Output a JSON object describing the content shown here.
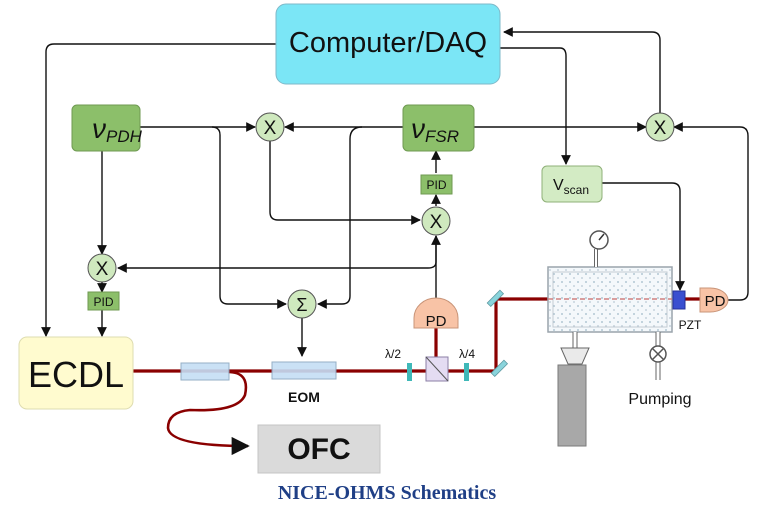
{
  "caption": "NICE-OHMS Schematics",
  "blocks": {
    "computer": "Computer/DAQ",
    "nu_pdh_main": "ν",
    "nu_pdh_sub": "PDH",
    "nu_fsr_main": "ν",
    "nu_fsr_sub": "FSR",
    "vscan_main": "V",
    "vscan_sub": "scan",
    "ecdl": "ECDL",
    "ofc": "OFC",
    "eom": "EOM",
    "pid": "PID",
    "mixer": "X",
    "sum": "Σ",
    "pd": "PD",
    "pzt": "PZT",
    "half_wave": "λ/2",
    "quarter_wave": "λ/4",
    "pumping": "Pumping"
  },
  "colors": {
    "computer_fill": "#7be6f6",
    "green_box": "#8cbf6a",
    "green_circle": "#cfe9be",
    "light_green_box": "#d3ebc4",
    "ecdl_fill": "#fffbcf",
    "ofc_fill": "#dadada",
    "pd_fill": "#f8c3a6",
    "beam": "#8a0000",
    "eom_fill": "#c5def5",
    "caption": "#1f3f86"
  }
}
